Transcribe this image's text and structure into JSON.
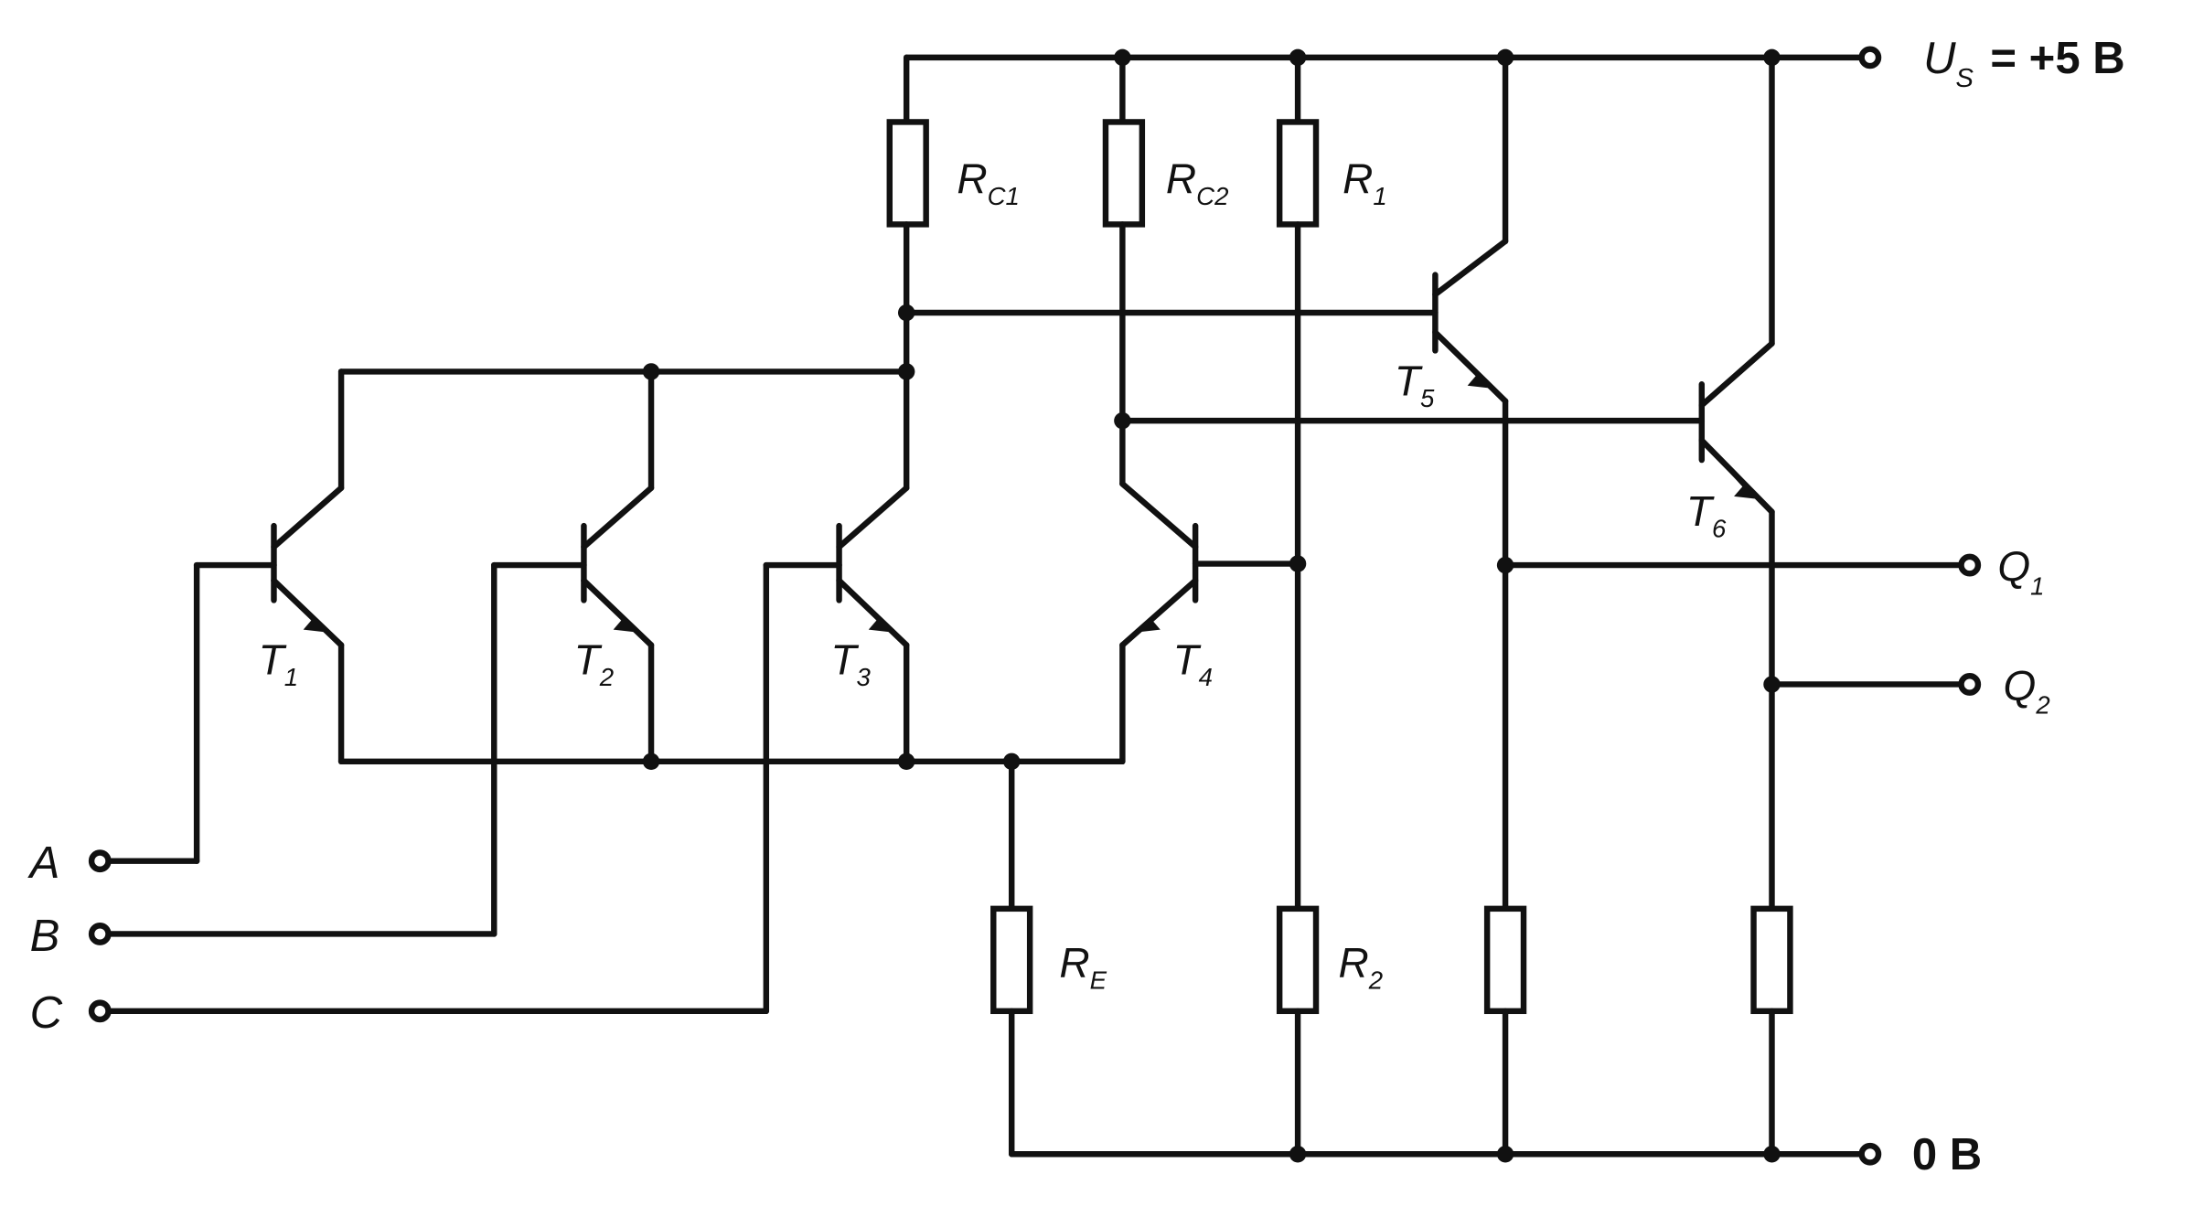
{
  "supply": {
    "label_main": "U",
    "label_sub": "S",
    "label_value": "= +5 B"
  },
  "ground": {
    "label": "0 B"
  },
  "inputs": {
    "a": "A",
    "b": "B",
    "c": "C"
  },
  "outputs": {
    "q1_main": "Q",
    "q1_sub": "1",
    "q2_main": "Q",
    "q2_sub": "2"
  },
  "resistors": {
    "rc1_main": "R",
    "rc1_sub": "C1",
    "rc2_main": "R",
    "rc2_sub": "C2",
    "r1_main": "R",
    "r1_sub": "1",
    "r2_main": "R",
    "r2_sub": "2",
    "re_main": "R",
    "re_sub": "E"
  },
  "transistors": {
    "t1_main": "T",
    "t1_sub": "1",
    "t2_main": "T",
    "t2_sub": "2",
    "t3_main": "T",
    "t3_sub": "3",
    "t4_main": "T",
    "t4_sub": "4",
    "t5_main": "T",
    "t5_sub": "5",
    "t6_main": "T",
    "t6_sub": "6"
  }
}
